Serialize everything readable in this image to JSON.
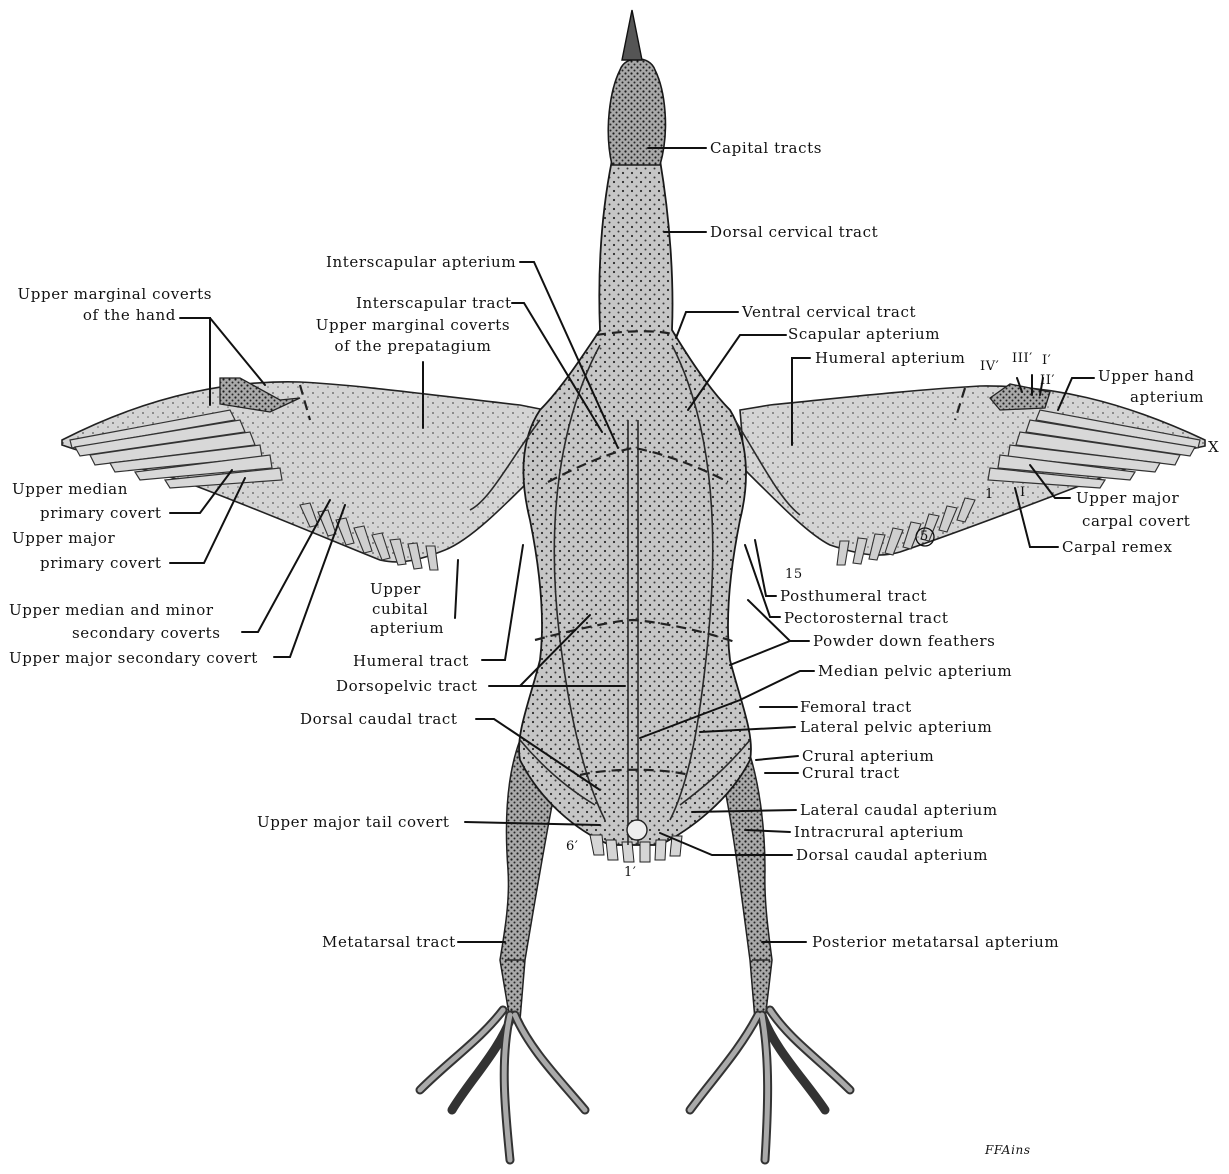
{
  "labels": {
    "capital_tracts": "Capital tracts",
    "dorsal_cervical_tract": "Dorsal cervical tract",
    "interscapular_apterium": "Interscapular apterium",
    "upper_marginal_coverts_hand_1": "Upper marginal coverts",
    "upper_marginal_coverts_hand_2": "of the hand",
    "interscapular_tract": "Interscapular tract",
    "upper_marginal_coverts_prepatagium_1": "Upper marginal coverts",
    "upper_marginal_coverts_prepatagium_2": "of the prepatagium",
    "ventral_cervical_tract": "Ventral cervical tract",
    "scapular_apterium": "Scapular apterium",
    "humeral_apterium": "Humeral apterium",
    "upper_hand_apterium_1": "Upper hand",
    "upper_hand_apterium_2": "apterium",
    "upper_median_primary_covert_1": "Upper median",
    "upper_median_primary_covert_2": "primary covert",
    "upper_major_primary_covert_1": "Upper major",
    "upper_major_primary_covert_2": "primary covert",
    "upper_major_carpal_covert_1": "Upper major",
    "upper_major_carpal_covert_2": "carpal covert",
    "carpal_remex": "Carpal remex",
    "upper_median_minor_secondary_1": "Upper median and minor",
    "upper_median_minor_secondary_2": "secondary coverts",
    "upper_cubital_apterium_1": "Upper",
    "upper_cubital_apterium_2": "cubital",
    "upper_cubital_apterium_3": "apterium",
    "posthumeral_tract": "Posthumeral tract",
    "pectorosternal_tract": "Pectorosternal tract",
    "upper_major_secondary_covert": "Upper major secondary covert",
    "humeral_tract": "Humeral tract",
    "powder_down_feathers": "Powder down feathers",
    "dorsopelvic_tract": "Dorsopelvic tract",
    "median_pelvic_apterium": "Median pelvic  apterium",
    "dorsal_caudal_tract": "Dorsal caudal tract",
    "femoral_tract": "Femoral tract",
    "lateral_pelvic_apterium": "Lateral pelvic apterium",
    "crural_apterium": "Crural apterium",
    "crural_tract": "Crural tract",
    "upper_major_tail_covert": "Upper major tail covert",
    "lateral_caudal_apterium": "Lateral caudal apterium",
    "intracrural_apterium": "Intracrural apterium",
    "dorsal_caudal_apterium": "Dorsal caudal apterium",
    "metatarsal_tract": "Metatarsal tract",
    "posterior_metatarsal_apterium": "Posterior metatarsal apterium"
  },
  "markers": {
    "digit_IV": "IV′",
    "digit_III": "III′",
    "digit_I": "I′",
    "digit_II": "II′",
    "remex_X": "X",
    "primary_1": "1",
    "secondary_I": "I",
    "secondary_5": "5",
    "secondary_15": "15",
    "tail_6": "6′",
    "tail_1": "1′"
  },
  "signature": "FFAins",
  "colors": {
    "ink": "#111111",
    "bird_fill": "#b9b9b9",
    "feather_fill": "#d2d2d2",
    "background": "#ffffff"
  }
}
